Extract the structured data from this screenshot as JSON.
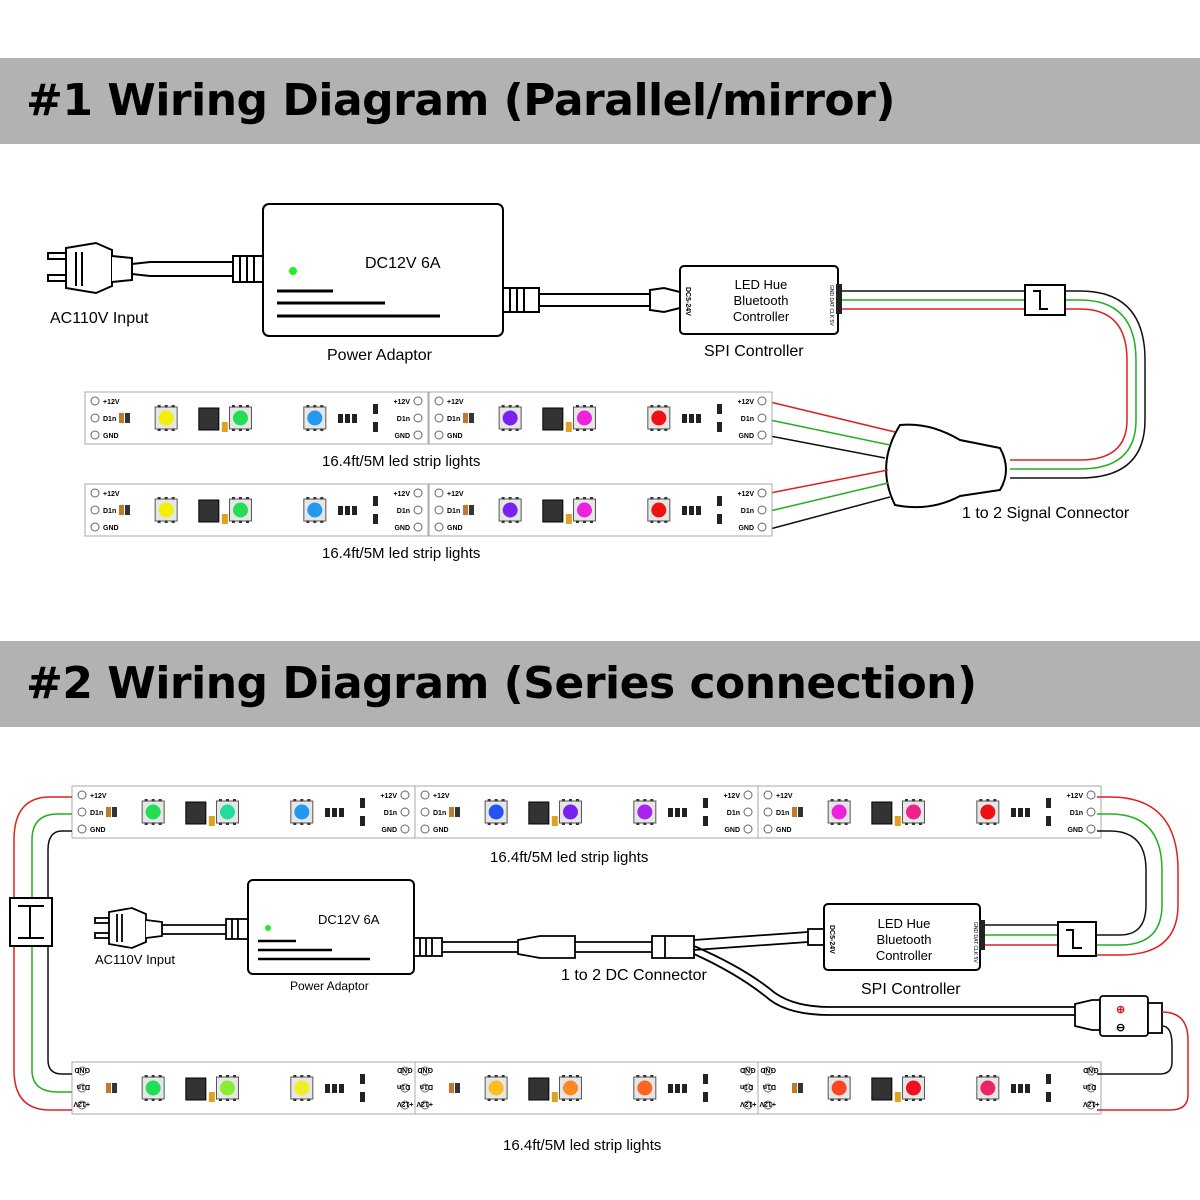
{
  "section1": {
    "title": "#1 Wiring Diagram (Parallel/mirror)",
    "ac_label": "AC110V Input",
    "adaptor_rating": "DC12V 6A",
    "adaptor_label": "Power Adaptor",
    "controller_lines": [
      "LED Hue",
      "Bluetooth",
      "Controller"
    ],
    "controller_side_text": "DC5-24V",
    "controller_right_text": "GND DAT CLK 5V",
    "controller_label": "SPI Controller",
    "strip_caption": "16.4ft/5M led strip lights",
    "connector_label": "1 to 2 Signal Connector",
    "pads": [
      "+12V",
      "D1n",
      "GND"
    ],
    "strip_colors": [
      "#f0f000",
      "#22dd55",
      "#2299ee",
      "#7722ee",
      "#ee22dd",
      "#ee1111"
    ]
  },
  "section2": {
    "title": "#2 Wiring Diagram (Series connection)",
    "ac_label": "AC110V Input",
    "adaptor_rating": "DC12V 6A",
    "adaptor_label": "Power Adaptor",
    "dc_connector_label": "1 to 2 DC Connector",
    "controller_lines": [
      "LED Hue",
      "Bluetooth",
      "Controller"
    ],
    "controller_side_text": "DC5-24V",
    "controller_right_text": "GND DAT CLK 5V",
    "controller_label": "SPI Controller",
    "strip_caption": "16.4ft/5M led strip lights",
    "pads": [
      "+12V",
      "D1n",
      "GND"
    ],
    "top_strip_colors": [
      "#22dd55",
      "#22dd99",
      "#2299ee",
      "#2255ee",
      "#7722ee",
      "#aa22ee",
      "#ee22dd",
      "#ee2288",
      "#ee1111"
    ],
    "bottom_strip_colors": [
      "#22dd55",
      "#88ee33",
      "#eeee22",
      "#ffbb22",
      "#ff8822",
      "#ff6622",
      "#ff4422",
      "#ee1122",
      "#ee2266"
    ]
  },
  "wire_colors": {
    "red": "#e02020",
    "green": "#20b020",
    "black": "#111111"
  }
}
